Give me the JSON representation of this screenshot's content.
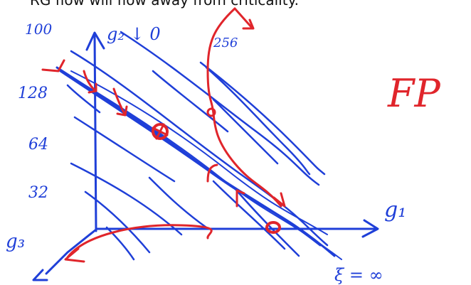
{
  "caption": "RG flow will flow away from criticality.",
  "labels": {
    "g1": "g₁",
    "g2_axis": "g₂ ↓ 0",
    "g3": "g₃",
    "fp": "FP",
    "xi_inf": "ξ = ∞",
    "tick_100": "100",
    "tick_128": "128",
    "tick_64": "64",
    "tick_32": "32",
    "tick_256": "256"
  },
  "colors": {
    "blue_ink": "#1f3fd8",
    "red_ink": "#e0252b"
  }
}
